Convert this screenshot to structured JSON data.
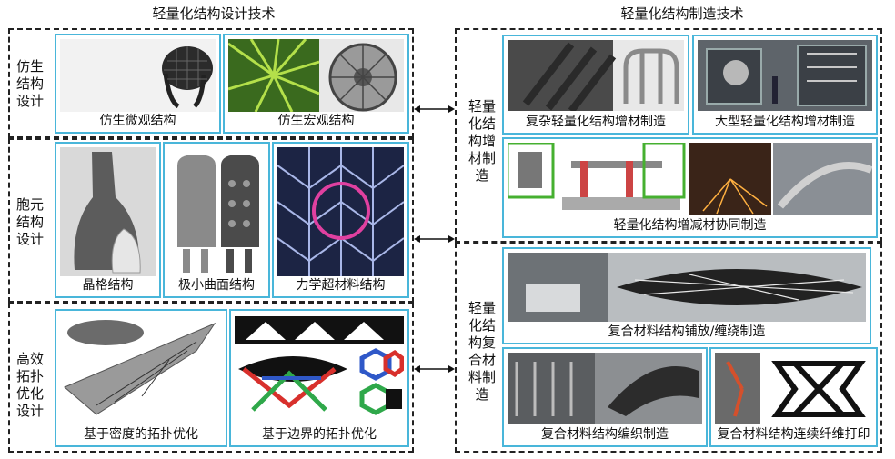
{
  "headers": {
    "left": "轻量化结构设计技术",
    "right": "轻量化结构制造技术"
  },
  "left_groups": {
    "bionic": "仿生结构设计",
    "cell": "胞元结构设计",
    "topo": "高效拓扑优化设计"
  },
  "right_groups": {
    "additive": "轻量化结构增材制造",
    "composite": "轻量化结构复合材料制造"
  },
  "cards": {
    "bionic_micro": "仿生微观结构",
    "bionic_macro": "仿生宏观结构",
    "lattice": "晶格结构",
    "min_surface": "极小曲面结构",
    "metamaterial": "力学超材料结构",
    "density_topo": "基于密度的拓扑优化",
    "boundary_topo": "基于边界的拓扑优化",
    "complex_am": "复杂轻量化结构增材制造",
    "large_am": "大型轻量化结构增材制造",
    "hybrid": "轻量化结构增减材协同制造",
    "layup": "复合材料结构铺放/缠绕制造",
    "braid": "复合材料结构编织制造",
    "fiber_print": "复合材料结构连续纤维打印"
  },
  "colors": {
    "card_border": "#49b6da",
    "arrow": "#111111"
  }
}
